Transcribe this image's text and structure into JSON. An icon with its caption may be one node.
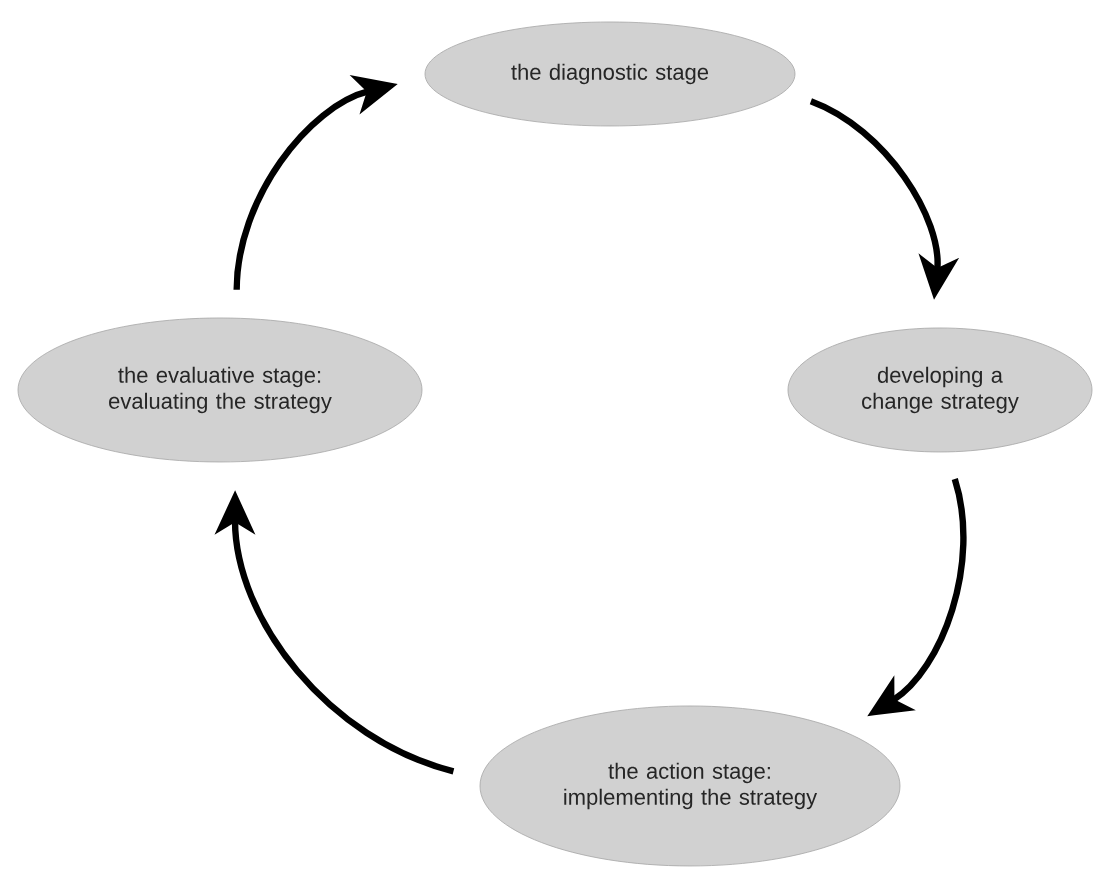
{
  "diagram": {
    "nodes": [
      {
        "text": [
          "the diagnostic stage"
        ]
      },
      {
        "text": [
          "developing a change strategy"
        ]
      },
      {
        "text": [
          "the action stage: implementing the strategy"
        ]
      },
      {
        "text": [
          "the evaluative stage: evaluating the strategy"
        ]
      }
    ],
    "edges": [
      {
        "from": 0,
        "to": 1,
        "arrow": "to"
      },
      {
        "from": 1,
        "to": 2,
        "arrow": "to"
      },
      {
        "from": 2,
        "to": 3,
        "arrow": "to"
      },
      {
        "from": 3,
        "to": 0,
        "arrow": "to"
      }
    ]
  }
}
